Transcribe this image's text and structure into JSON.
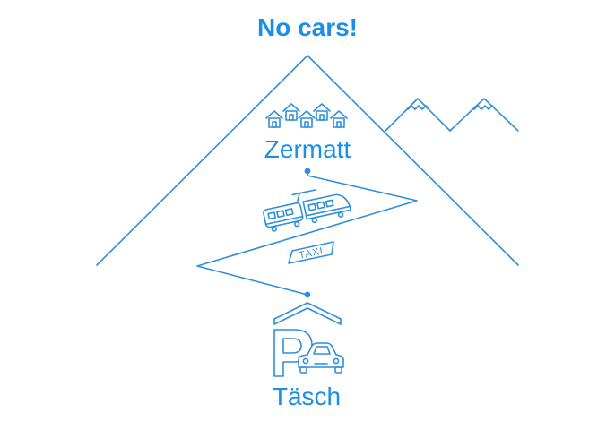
{
  "title": "No cars!",
  "top_place": {
    "name": "Zermatt"
  },
  "bottom_place": {
    "name": "Täsch"
  },
  "taxi_sign": "TAXI",
  "colors": {
    "accent": "#1a8fe3",
    "line": "#2f8fd8",
    "background": "#ffffff"
  },
  "icons": {
    "houses": "village-icon",
    "train": "train-icon",
    "taxi": "taxi-sign-icon",
    "parking": "parking-icon",
    "car": "car-icon",
    "mountain": "mountain-icon"
  }
}
